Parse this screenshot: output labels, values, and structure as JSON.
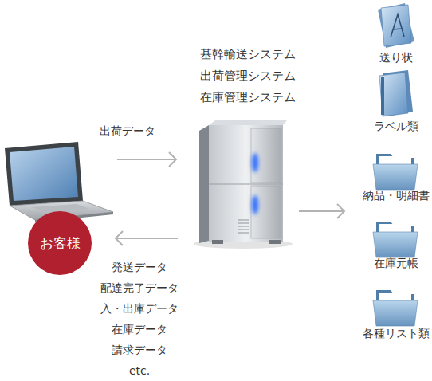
{
  "diagram": {
    "nodes": [
      {
        "text": [
          "お客様"
        ]
      },
      {
        "text": [
          "基幹輸送システム 出荷管理システム 在庫管理システム"
        ]
      },
      {
        "text": [
          "送り状"
        ]
      },
      {
        "text": [
          "ラベル類"
        ]
      },
      {
        "text": [
          "納品・明細書"
        ]
      },
      {
        "text": [
          "在庫元帳"
        ]
      },
      {
        "text": [
          "各種リスト類"
        ]
      }
    ],
    "edges": [
      {
        "from": 0,
        "to": 1,
        "arrow": "to",
        "label": "出荷データ"
      },
      {
        "from": 1,
        "to": 0,
        "arrow": "to",
        "label": "発送データ 配達完了データ 入・出庫データ 在庫データ 請求データ etc."
      },
      {
        "from": 1,
        "to": 4,
        "arrow": "to"
      }
    ]
  }
}
